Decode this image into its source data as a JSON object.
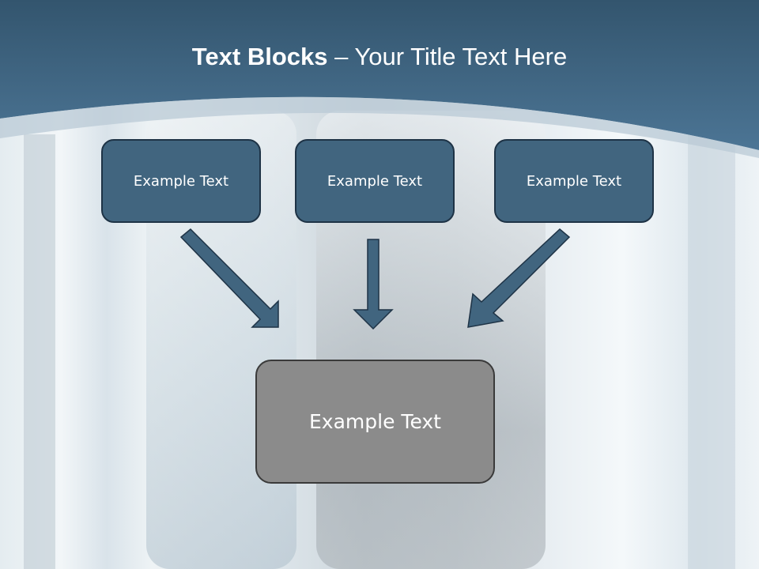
{
  "title": {
    "bold": "Text Blocks",
    "rest": " – Your Title Text Here"
  },
  "top_boxes": [
    {
      "label": "Example Text"
    },
    {
      "label": "Example Text"
    },
    {
      "label": "Example Text"
    }
  ],
  "bottom_box": {
    "label": "Example Text"
  },
  "colors": {
    "header": "#3f6583",
    "box": "#41657f",
    "bottom_box": "#8b8b8b",
    "arrow": "#41657f"
  }
}
